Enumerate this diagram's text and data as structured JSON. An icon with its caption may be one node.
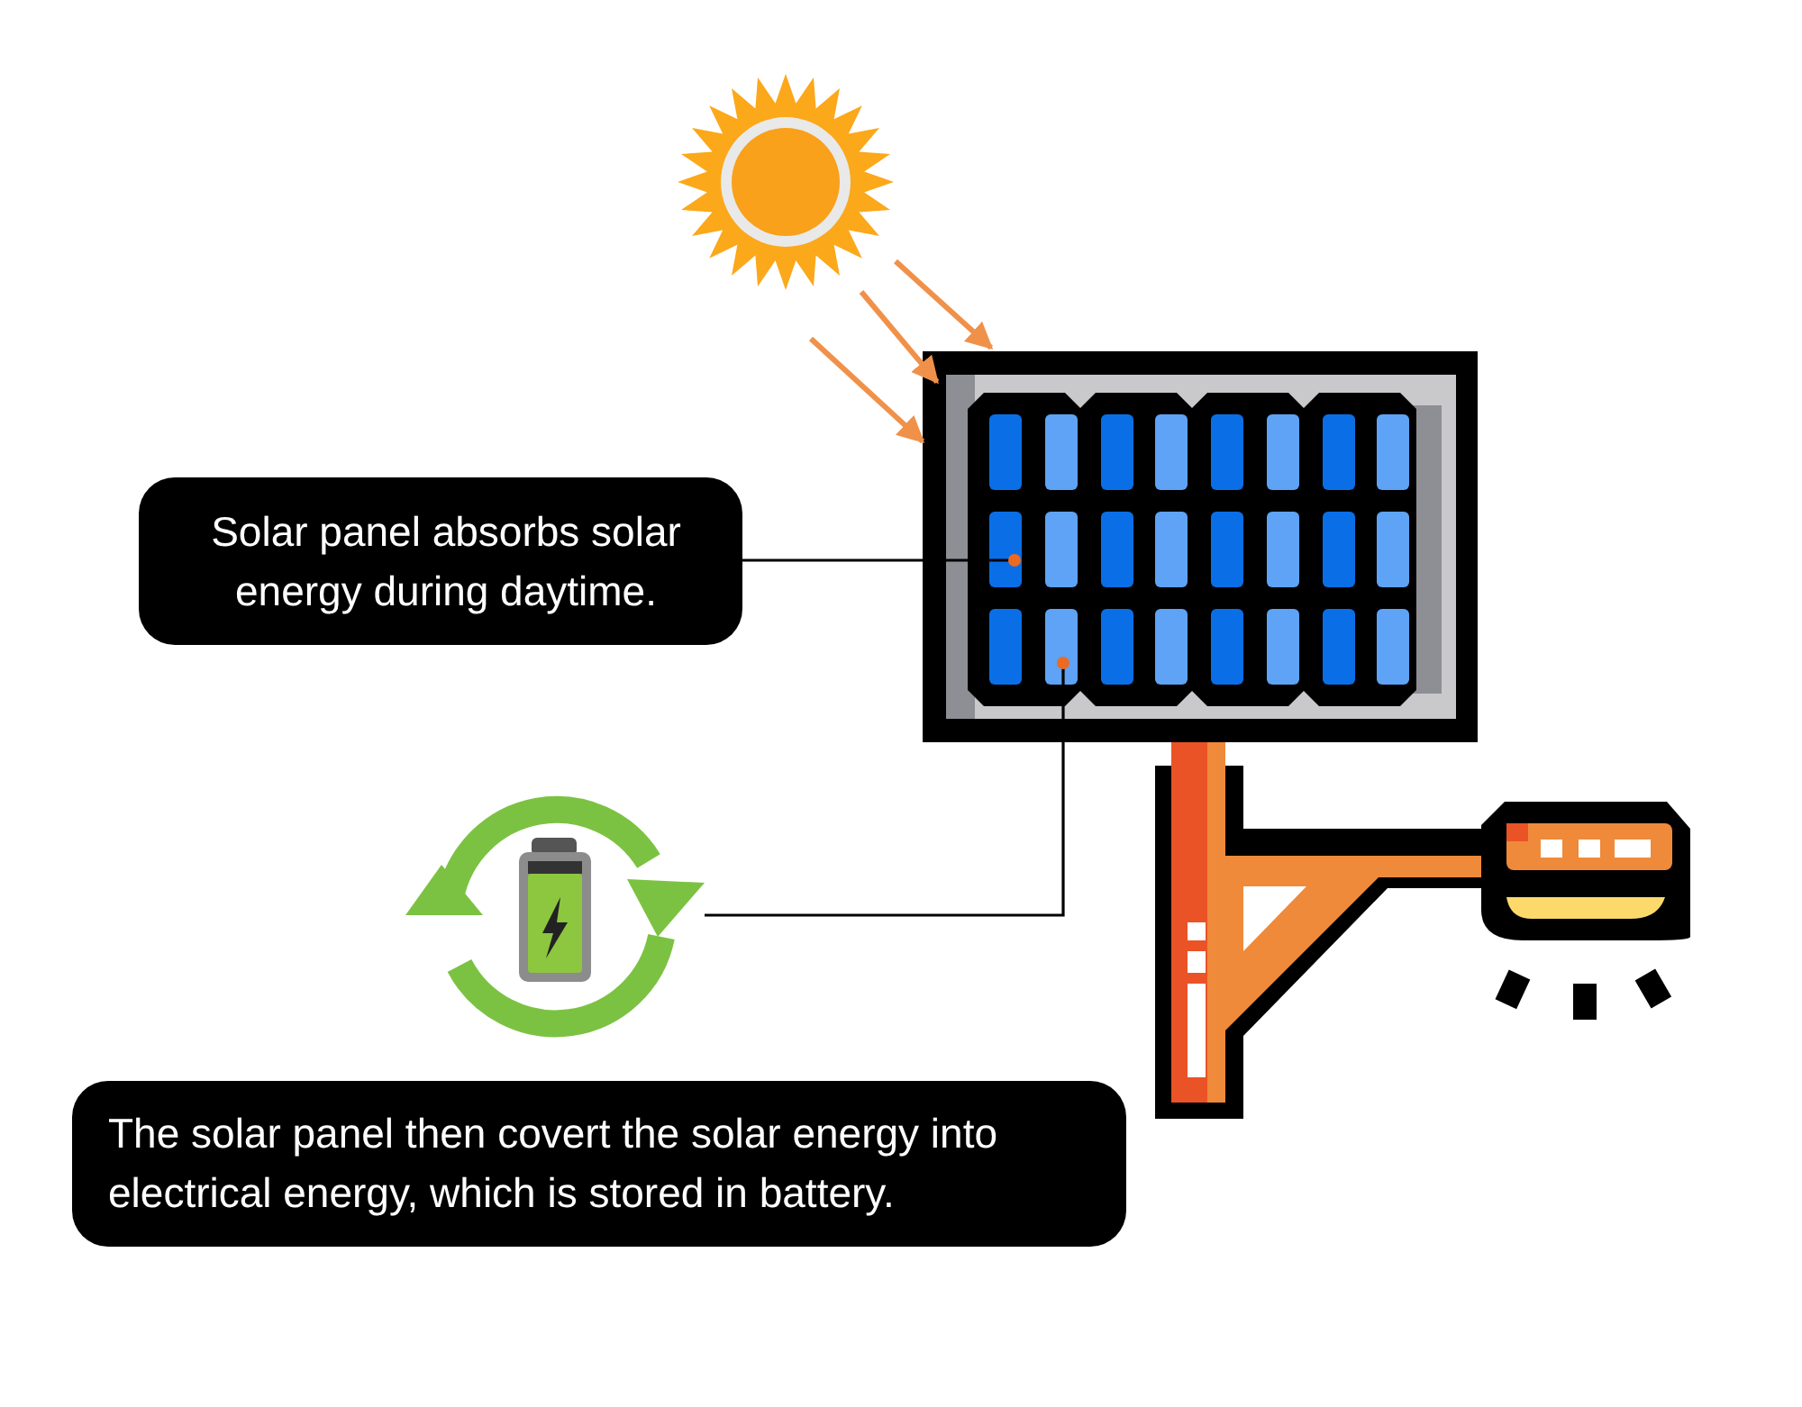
{
  "diagram": {
    "nodes": [
      {
        "text": [],
        "shape": "picture"
      },
      {
        "text": [],
        "shape": "picture"
      },
      {
        "text": [
          "Solar panel absorbs solar energy during daytime."
        ]
      },
      {
        "text": [],
        "shape": "picture"
      },
      {
        "text": [
          "The solar panel then covert the solar energy into electrical energy, which is stored in battery."
        ]
      }
    ],
    "edges": [
      {
        "from": 0,
        "to": 1,
        "arrow": "to"
      },
      {
        "from": 0,
        "to": 1,
        "arrow": "to"
      },
      {
        "from": 0,
        "to": 1,
        "arrow": "to"
      },
      {
        "from": 2,
        "to": 1,
        "arrow": "other",
        "color": "#000000"
      },
      {
        "from": 3,
        "to": 1,
        "arrow": "other",
        "color": "#000000"
      }
    ]
  }
}
